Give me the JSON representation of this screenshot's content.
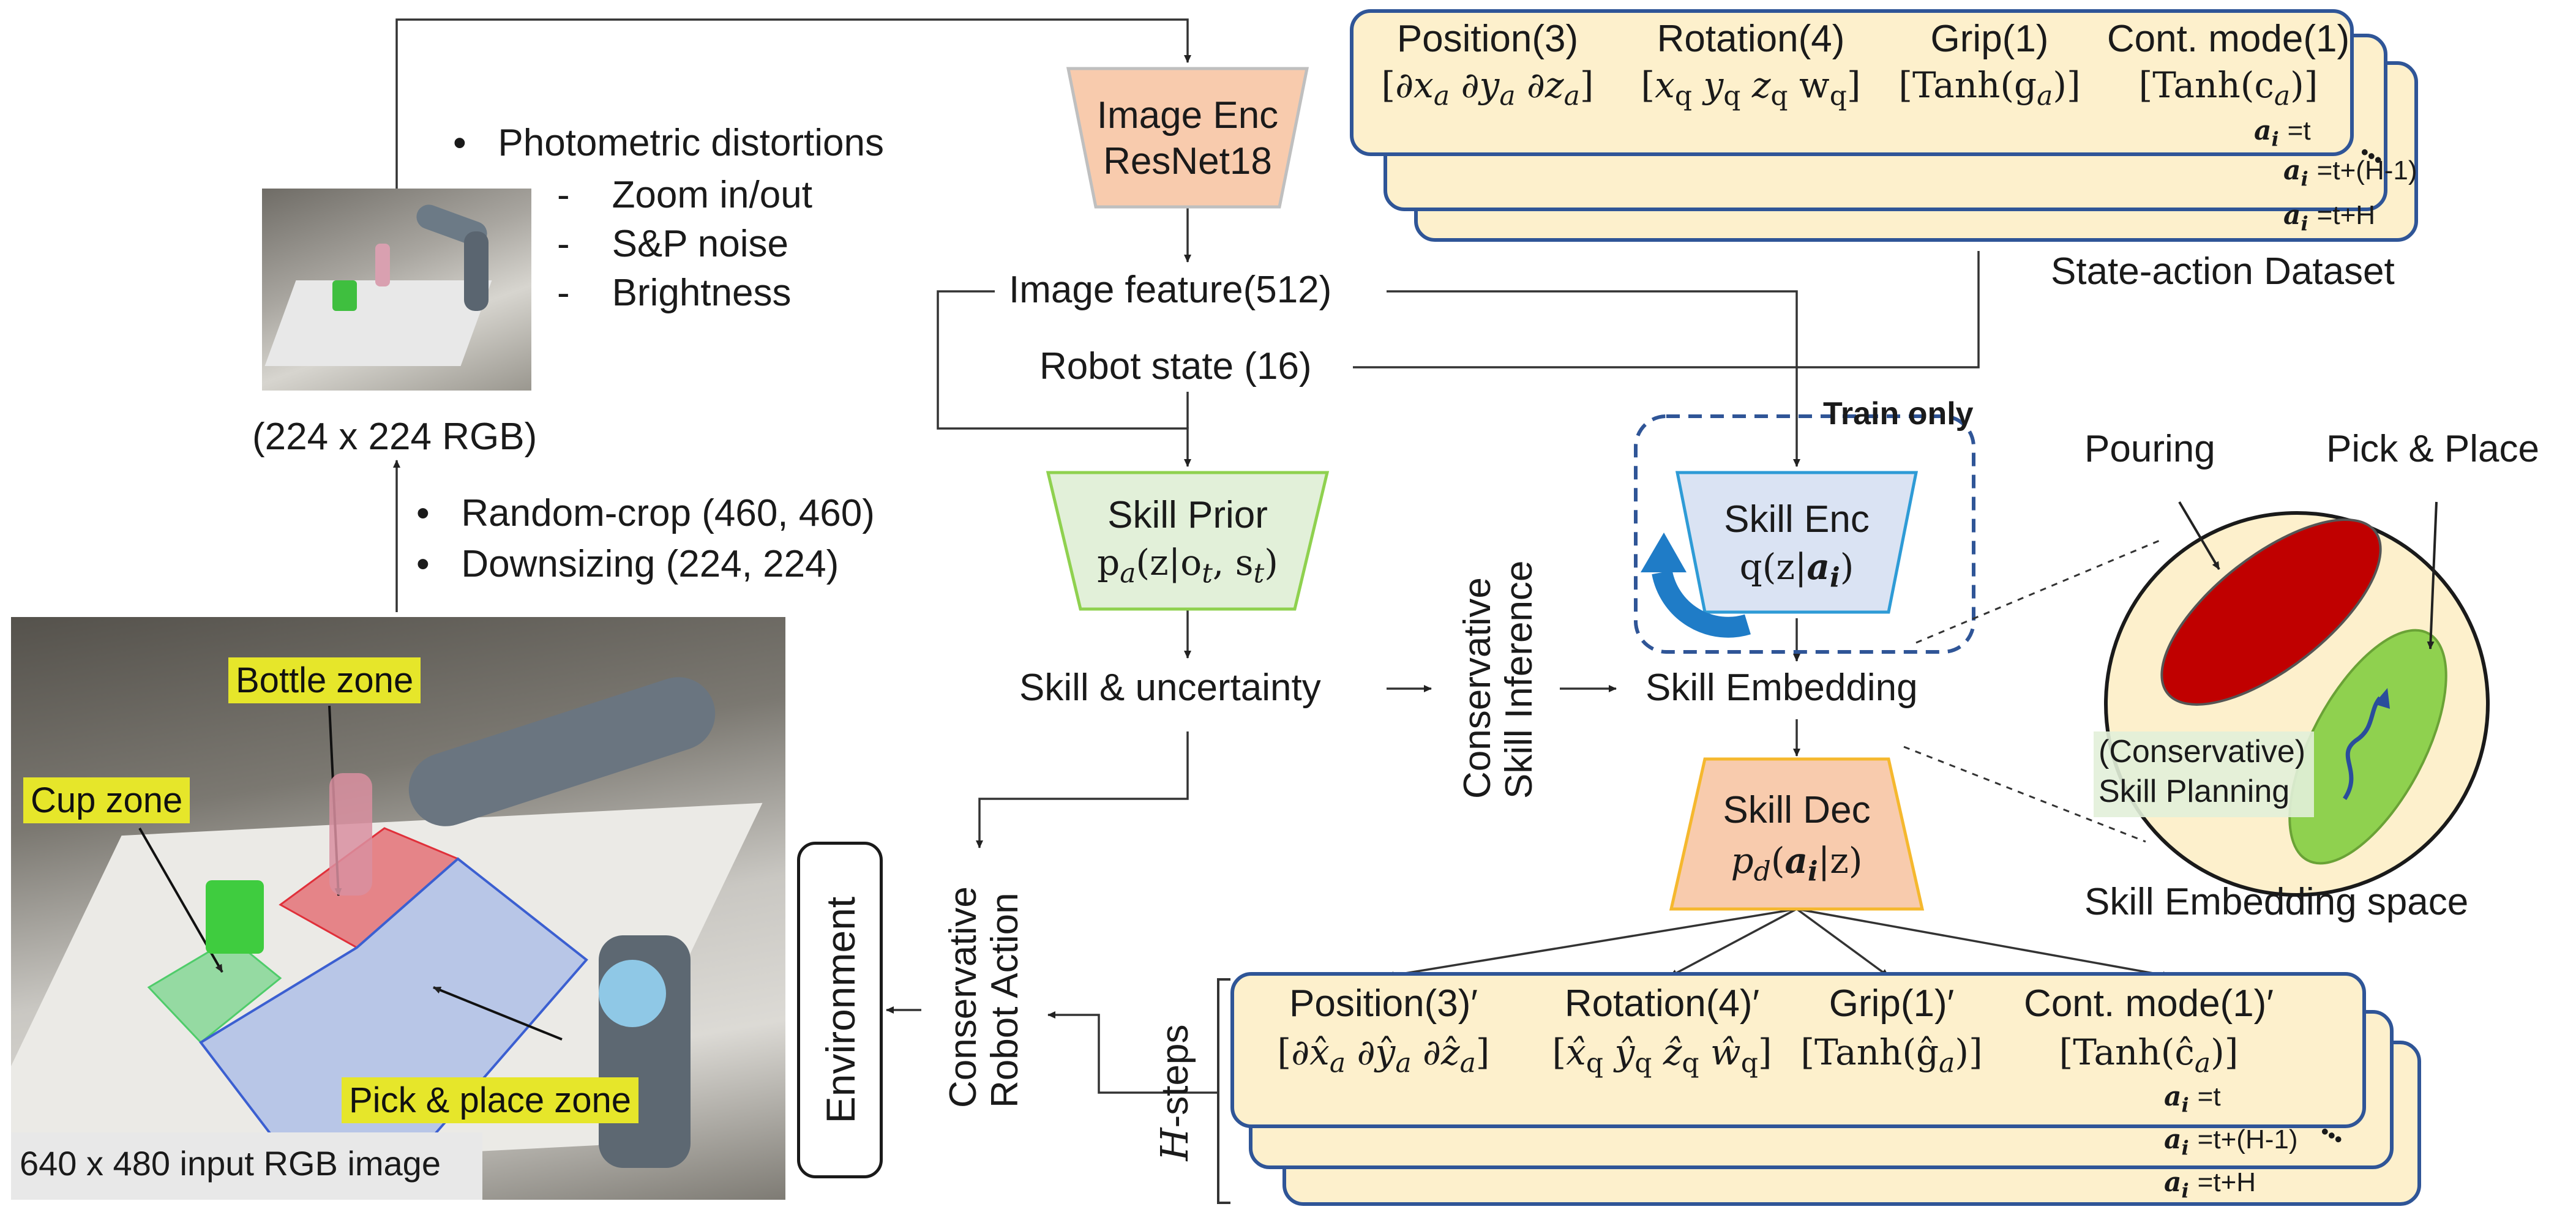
{
  "augment": {
    "bullet_1": "Photometric distortions",
    "dash_1": "Zoom in/out",
    "dash_2": "S&P noise",
    "dash_3": "Brightness",
    "size_label": "(224 x 224 RGB)",
    "bullet_crop": "Random-crop (460, 460)",
    "bullet_down": "Downsizing (224, 224)"
  },
  "input_image": {
    "caption": "640 x 480 input RGB image",
    "zones": {
      "bottle": "Bottle zone",
      "cup": "Cup zone",
      "pick": "Pick & place zone"
    }
  },
  "encoder": {
    "line1": "Image Enc",
    "line2": "ResNet18"
  },
  "features": {
    "image_feature": "Image feature(512)",
    "robot_state": "Robot state (16)"
  },
  "skill_prior": {
    "title": "Skill Prior",
    "formula": "p_a(z|o_t, s_t)"
  },
  "skill_uncertainty": "Skill & uncertainty",
  "conservative_inference": {
    "line1": "Conservative",
    "line2": "Skill Inference"
  },
  "train_only": "Train only",
  "skill_enc": {
    "title": "Skill Enc",
    "formula": "q(z|a_i)"
  },
  "skill_embedding": "Skill Embedding",
  "skill_dec": {
    "title": "Skill Dec",
    "formula": "p_d(a_i|z)"
  },
  "environment": "Environment",
  "conservative_action": {
    "line1": "Conservative",
    "line2": "Robot Action"
  },
  "h_steps": {
    "h": "H",
    "label": "-steps"
  },
  "dataset": {
    "caption": "State-action Dataset",
    "columns": [
      {
        "label": "Position(3)",
        "formula": "[∂x_a ∂y_a ∂z_a]"
      },
      {
        "label": "Rotation(4)",
        "formula": "[x_q y_q z_q w_q]"
      },
      {
        "label": "Grip(1)",
        "formula": "[Tanh(g_a)]"
      },
      {
        "label": "Cont. mode(1)",
        "formula": "[Tanh(c_a)]"
      }
    ],
    "rows": [
      "=t",
      "=t+(H-1)",
      "=t+H"
    ],
    "dots": "•••"
  },
  "decoded": {
    "columns": [
      {
        "label": "Position(3)′",
        "formula": "[∂x̂_a ∂ŷ_a ∂ẑ_a]"
      },
      {
        "label": "Rotation(4)′",
        "formula": "[x̂_q ŷ_q ẑ_q ŵ_q]"
      },
      {
        "label": "Grip(1)′",
        "formula": "[Tanh(ĝ_a)]"
      },
      {
        "label": "Cont. mode(1)′",
        "formula": "[Tanh(ĉ_a)]"
      }
    ],
    "rows": [
      "=t",
      "=t+(H-1)",
      "=t+H"
    ],
    "dots": "•••"
  },
  "ai_symbol": "a",
  "ai_sub": "i",
  "embedding_space": {
    "caption": "Skill Embedding space",
    "pouring": "Pouring",
    "pick_place": "Pick & Place",
    "planning_1": "(Conservative)",
    "planning_2": "Skill Planning"
  },
  "colors": {
    "card_fill": "#fdf0cc",
    "card_border": "#2f5597",
    "encoder_fill": "#f8cbad",
    "prior_fill": "#e2f0d9",
    "enc_fill": "#dae3f3",
    "dec_fill": "#f8cbad",
    "pouring": "#c00000",
    "pick_place": "#8fd14f"
  }
}
